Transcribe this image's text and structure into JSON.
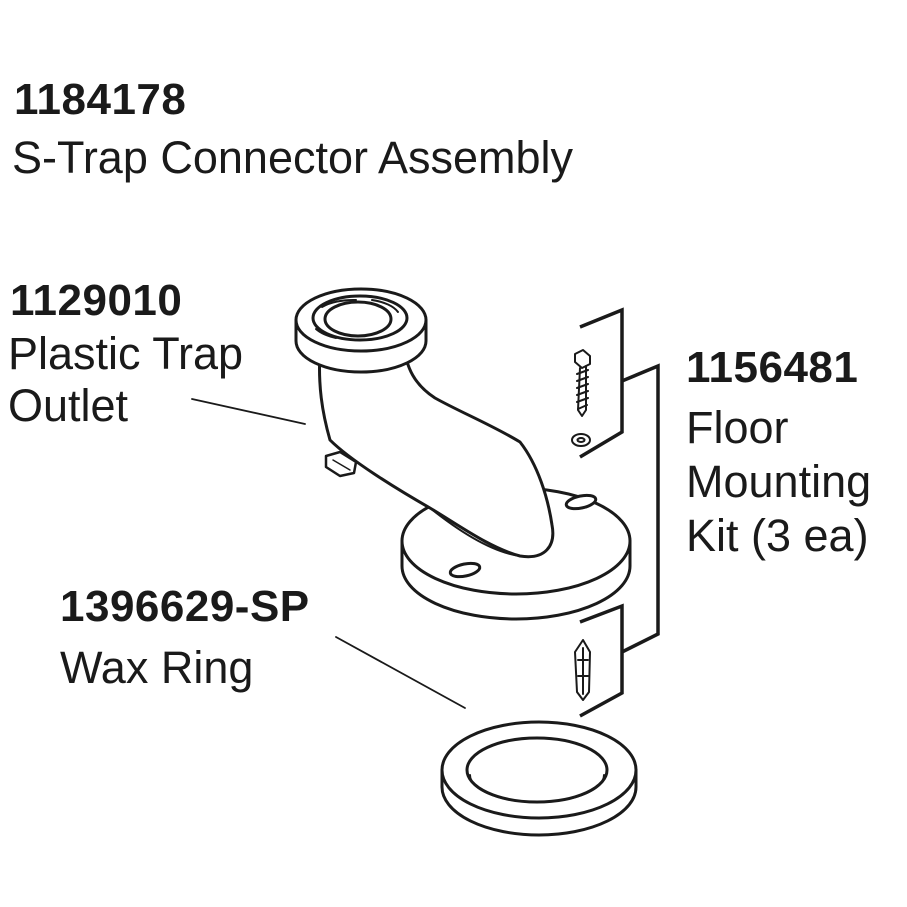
{
  "assembly": {
    "part_number": "1184178",
    "name": "S-Trap Connector Assembly"
  },
  "parts": {
    "trap_outlet": {
      "part_number": "1129010",
      "name_lines": [
        "Plastic Trap",
        "Outlet"
      ]
    },
    "mounting_kit": {
      "part_number": "1156481",
      "name_lines": [
        "Floor",
        "Mounting",
        "Kit (3 ea)"
      ]
    },
    "wax_ring": {
      "part_number": "1396629-SP",
      "name_lines": [
        "Wax Ring"
      ]
    }
  },
  "colors": {
    "ink": "#1a1a1a",
    "paper": "#ffffff"
  },
  "icons": [
    "s-trap-outlet-icon",
    "lag-screw-icon",
    "washer-icon",
    "wall-anchor-icon",
    "wax-ring-icon"
  ]
}
